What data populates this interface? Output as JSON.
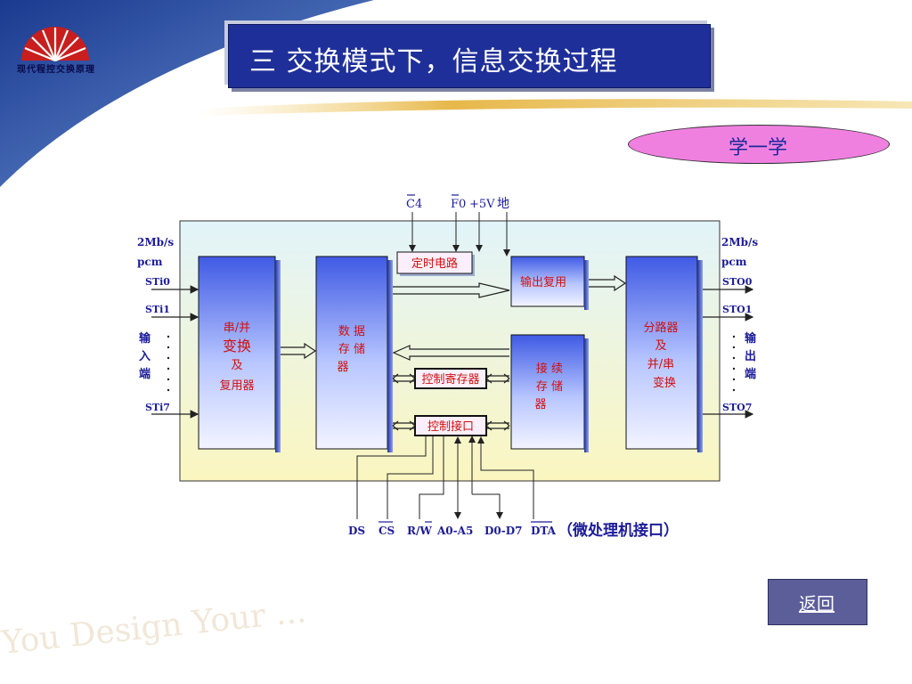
{
  "header": {
    "logo_text": "现代程控交换原理",
    "title": "三  交换模式下，信息交换过程"
  },
  "learn_button": "学一学",
  "back_button": "返回",
  "watermark": "You Design Your ...",
  "diagram": {
    "top_labels": [
      "C4",
      "F0",
      "+5V",
      "地"
    ],
    "left_rates": [
      "2Mb/s",
      "pcm"
    ],
    "right_rates": [
      "2Mb/s",
      "pcm"
    ],
    "inputs": [
      "STi0",
      "STi1",
      "STi7"
    ],
    "outputs": [
      "STO0",
      "STO1",
      "STO7"
    ],
    "input_side_label": [
      "输",
      "入",
      "端"
    ],
    "output_side_label": [
      "输",
      "出",
      "端"
    ],
    "blocks": {
      "serial_parallel": [
        "串/并",
        "变换",
        "及",
        "复用器"
      ],
      "data_memory": [
        "数  据",
        "存  储",
        "器"
      ],
      "timing": "定时电路",
      "output_mux": "输出复用",
      "connect_memory": [
        "接  续",
        "存  储",
        "器"
      ],
      "control_register": "控制寄存器",
      "control_interface": "控制接口",
      "demux": [
        "分路器",
        "及",
        "并/串",
        "变换"
      ]
    },
    "bottom_signals": [
      "DS",
      "CS",
      "R/W",
      "A0-A5",
      "D0-D7",
      "DTA"
    ],
    "interface_note": "（微处理机接口）"
  },
  "colors": {
    "title_bg": "#1f2f9a",
    "diagram_bg_top": "#e2f4fa",
    "diagram_bg_bottom": "#fbf6c0",
    "block_blue": "#3c58e0",
    "label_red": "#d01010",
    "label_blue": "#1b1b9a"
  }
}
